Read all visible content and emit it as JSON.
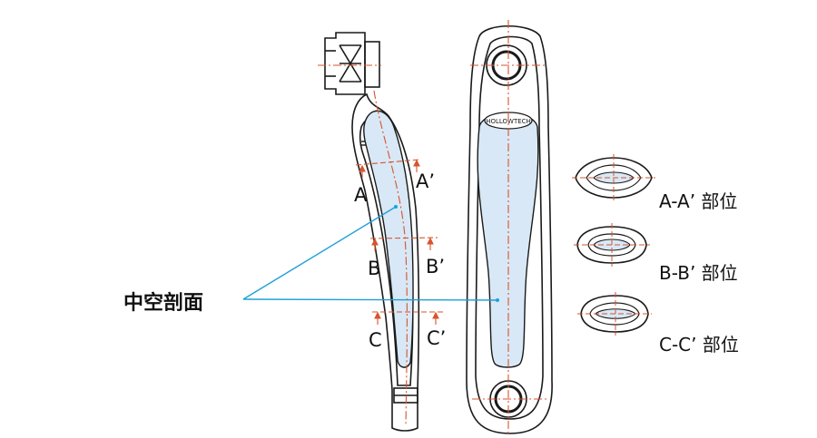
{
  "callout": {
    "label": "中空剖面"
  },
  "badge_text": "HOLLOWTECH",
  "section_marks": [
    {
      "start": "A",
      "end": "A’"
    },
    {
      "start": "B",
      "end": "B’"
    },
    {
      "start": "C",
      "end": "C’"
    }
  ],
  "sections": [
    {
      "caption": "A-A’ 部位"
    },
    {
      "caption": "B-B’ 部位"
    },
    {
      "caption": "C-C’ 部位"
    }
  ],
  "colors": {
    "outline": "#1a1a1a",
    "hollow_fill": "#d8e8f6",
    "center_line": "#d9532c",
    "leader_line": "#1ea0d8"
  }
}
